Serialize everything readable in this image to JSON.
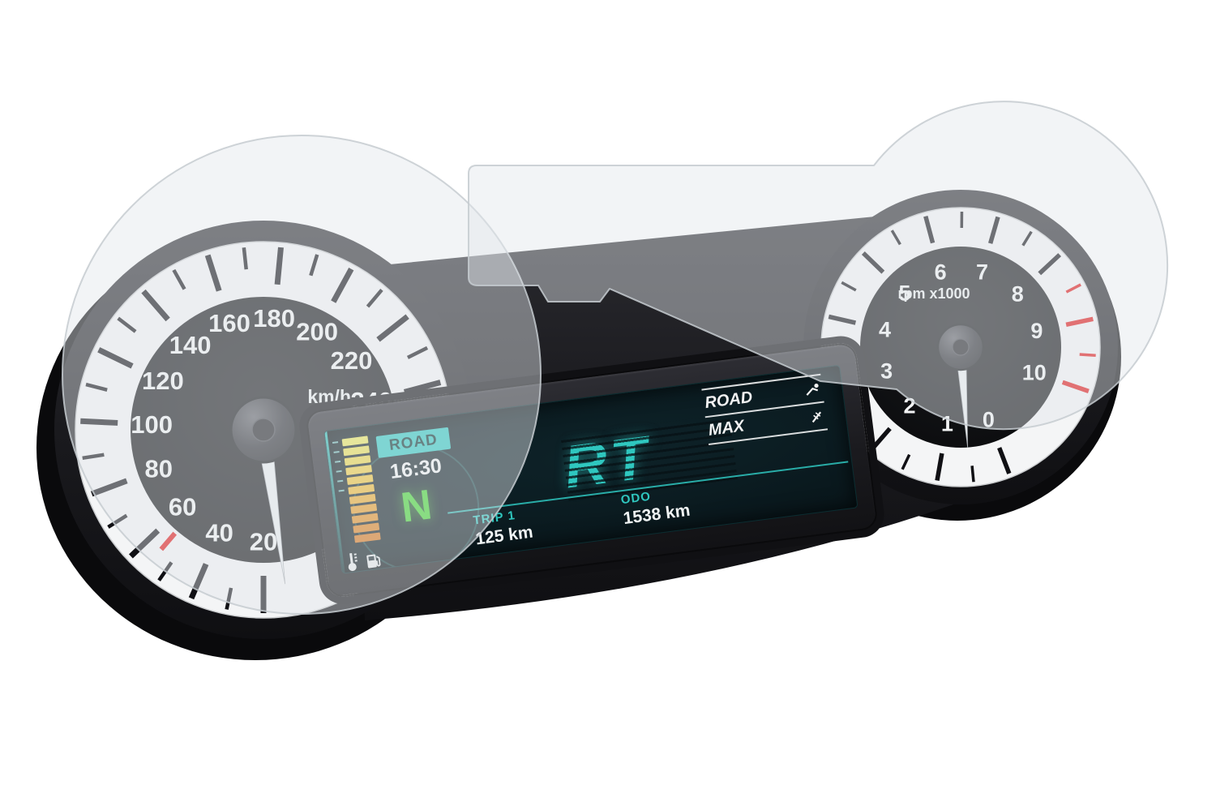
{
  "scene": {
    "background_color": "#ffffff"
  },
  "speedometer": {
    "unit": "km/h",
    "labels": [
      20,
      40,
      60,
      80,
      100,
      120,
      140,
      160,
      180,
      200,
      220,
      240
    ],
    "min": 20,
    "max": 240,
    "major_step": 20,
    "minor_step": 10,
    "red_mark_value": 55
  },
  "tachometer": {
    "unit": "rpm x1000",
    "labels": [
      0,
      1,
      2,
      3,
      4,
      5,
      6,
      7,
      8,
      9,
      10
    ],
    "min": 0,
    "max": 10,
    "major_step": 1,
    "minor_step": 0.5,
    "redline_from": 8.5
  },
  "display": {
    "ride_mode_badge": "ROAD",
    "time": "16:30",
    "gear_indicator": "N",
    "logo": "RT",
    "trip_label": "TRIP 1",
    "trip_value": "125 km",
    "odo_label": "ODO",
    "odo_value": "1538 km",
    "mode_panel": {
      "ride_mode": "ROAD",
      "suspension_mode": "MAX"
    },
    "fuel_gauge_segments": [
      "#eae65c",
      "#e9df52",
      "#ecd648",
      "#eecd40",
      "#efc338",
      "#eeb831",
      "#ebaa2b",
      "#e79c26",
      "#e28e21",
      "#dc801d",
      "#d77518"
    ]
  },
  "colors": {
    "accent_teal": "#2fc7bf",
    "gear_green": "#41d32e",
    "redline_red": "#e01212",
    "film_gray": "#e3e7ea"
  }
}
